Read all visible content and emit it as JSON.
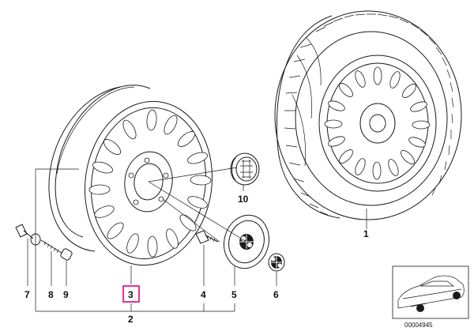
{
  "diagram": {
    "callouts": {
      "c1": "1",
      "c2": "2",
      "c3": "3",
      "c4": "4",
      "c5": "5",
      "c6": "6",
      "c7": "7",
      "c8": "8",
      "c9": "9",
      "c10": "10"
    },
    "highlighted_callout": "3",
    "diagram_id": "00004945",
    "colors": {
      "line": "#1a1a1a",
      "highlight": "#e0007a",
      "background": "#ffffff"
    }
  }
}
